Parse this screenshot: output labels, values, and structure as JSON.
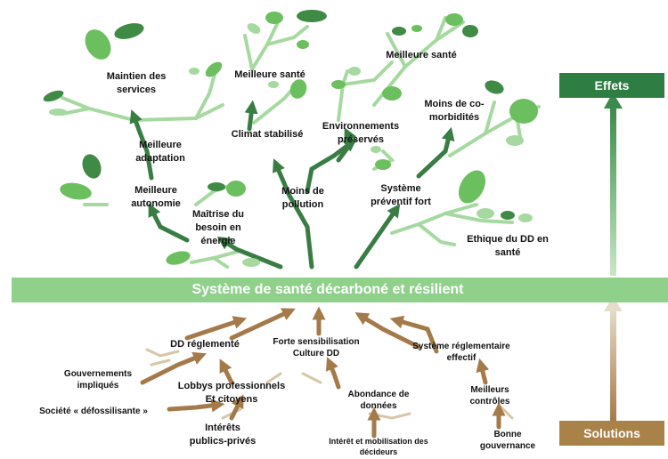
{
  "central_band": {
    "label": "Système de santé décarboné et résilient"
  },
  "tags": {
    "effets": "Effets",
    "solutions": "Solutions"
  },
  "effects": {
    "maintien": "Maintien des\nservices",
    "meilleure_sante_1": "Meilleure santé",
    "meilleure_sante_2": "Meilleure santé",
    "meilleure_adaptation": "Meilleure\nadaptation",
    "climat": "Climat stabilisé",
    "environnements": "Environnements\npréservés",
    "comorbidites": "Moins de co-\nmorbidités",
    "meilleure_autonomie": "Meilleure\nautonomie",
    "maitrise": "Maîtrise du\nbesoin en\nénergie",
    "moins_pollution": "Moins de\npollution",
    "systeme_preventif": "Système\npréventif fort",
    "ethique": "Ethique du DD en\nsanté"
  },
  "solutions": {
    "dd_reglemente": "DD réglementé",
    "forte_sensibilisation": "Forte sensibilisation\nCulture DD",
    "systeme_reglementaire": "Système réglementaire\neffectif",
    "gouvernements": "Gouvernements\nimpliqués",
    "lobbys": "Lobbys professionnels\nEt citoyens",
    "abondance": "Abondance de\ndonnées",
    "meilleurs_controles": "Meilleurs\ncontrôles",
    "societe": "Société « défossilisante »",
    "interets": "Intérêts\npublics-privés",
    "interet_mobilisation": "Intérêt et mobilisation des\ndécideurs",
    "bonne_gouvernance": "Bonne\ngouvernance"
  },
  "colors": {
    "dark_green": "#3a7d44",
    "light_green": "#a6d9a0",
    "band_green": "#8fd08b",
    "brown": "#a57a4a",
    "effets_tag": "#2e7d43",
    "solutions_tag": "#a9824a"
  },
  "icons": [
    "leaf-icon",
    "arrow-up-icon"
  ]
}
